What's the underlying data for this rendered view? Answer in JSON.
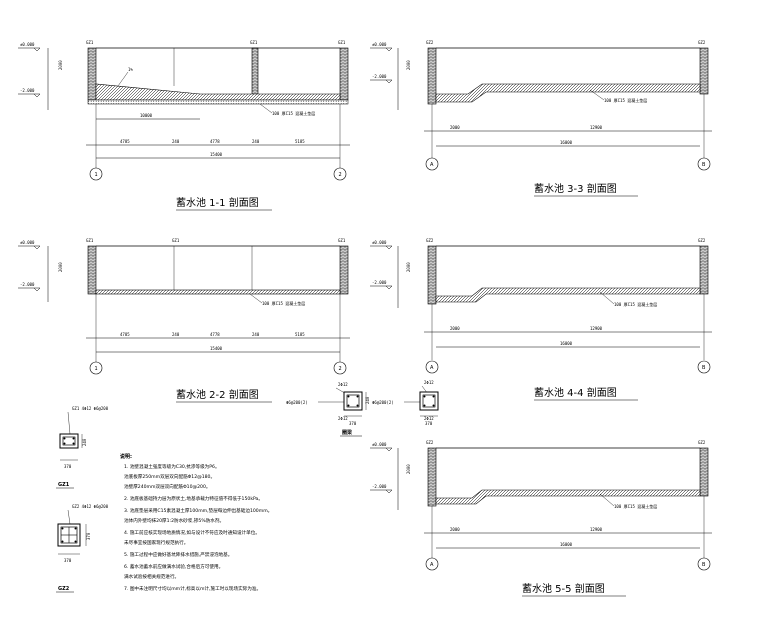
{
  "colors": {
    "line": "#000000",
    "background": "#ffffff"
  },
  "sections": [
    {
      "id": "s1",
      "title": "蓄水池 1-1  剖面图",
      "level_top": "±0.000",
      "level_bottom": "-2.000",
      "height_label": "2000",
      "slope_label": "1%",
      "span_label": "10000",
      "segment_dims": [
        "4785",
        "240",
        "4778",
        "240",
        "5185"
      ],
      "total_dim": "15400",
      "axis_left": "1",
      "axis_right": "2",
      "note_label": "100 厚C15 混凝土垫层",
      "col_labels": [
        "GZ1",
        "GZ1",
        "GZ1"
      ]
    },
    {
      "id": "s3",
      "title": "蓄水池 3-3  剖面图",
      "level_top": "±0.000",
      "level_bottom": "-2.000",
      "height_label": "2000",
      "span_dims": [
        "2000",
        "12900"
      ],
      "total_dim": "16000",
      "axis_left": "A",
      "axis_right": "B",
      "note_label": "100 厚C15 混凝土垫层",
      "col_labels": [
        "GZ2",
        "GZ2"
      ]
    },
    {
      "id": "s2",
      "title": "蓄水池 2-2  剖面图",
      "level_top": "±0.000",
      "level_bottom": "-2.000",
      "height_label": "2000",
      "segment_dims": [
        "4785",
        "240",
        "4778",
        "240",
        "5185"
      ],
      "total_dim": "15400",
      "axis_left": "1",
      "axis_right": "2",
      "note_label": "100 厚C15 混凝土垫层",
      "col_labels": [
        "GZ1",
        "GZ1",
        "GZ1"
      ]
    },
    {
      "id": "s4",
      "title": "蓄水池 4-4  剖面图",
      "level_top": "±0.000",
      "level_bottom": "-2.000",
      "height_label": "2000",
      "span_dims": [
        "2000",
        "12900"
      ],
      "total_dim": "16000",
      "axis_left": "A",
      "axis_right": "B",
      "note_label": "100 厚C15 混凝土垫层",
      "col_labels": [
        "GZ2",
        "GZ2"
      ]
    },
    {
      "id": "s5",
      "title": "蓄水池 5-5  剖面图",
      "level_top": "±0.000",
      "level_bottom": "-2.000",
      "height_label": "2000",
      "span_dims": [
        "2000",
        "12900"
      ],
      "total_dim": "16000",
      "axis_left": "A",
      "axis_right": "B",
      "note_label": "100 厚C15 混凝土垫层",
      "col_labels": [
        "GZ2",
        "GZ2"
      ]
    }
  ],
  "ring_beam": {
    "label": "圈梁",
    "top_bar": "2Φ12",
    "bottom_bar": "2Φ12",
    "stirrup": "Φ6@200(2)",
    "width": "370",
    "height": "240"
  },
  "ring_beam_2": {
    "top_bar": "2Φ12",
    "bottom_bar": "2Φ12",
    "stirrup": "Φ6@200(2)",
    "width": "370"
  },
  "columns": [
    {
      "name": "GZ1",
      "spec": "GZ1 4Φ12 Φ6@200",
      "width": "370",
      "height": "240"
    },
    {
      "name": "GZ2",
      "spec": "GZ2 4Φ12 Φ6@200",
      "width": "370",
      "height": "370"
    }
  ],
  "notes": {
    "heading": "说明:",
    "items": [
      "1. 池壁混凝土强度等级为C30,抗渗等级为P6。",
      "   池底板厚250mm双层双向配筋Φ12@180。",
      "   池壁厚240mm双层双向配筋Φ10@200。",
      "2. 池底板基础持力层为原状土,地基承载力特征值不得低于150kPa。",
      "3. 池底垫层采用C15素混凝土厚100mm,垫层每边伸出基础边100mm。",
      "   池体内外壁均抹20厚1:2防水砂浆,掺5%防水剂。",
      "4. 施工前应核实现场地质情况,如与设计不符应及时通知设计单位。",
      "   未尽事宜按国家现行规范执行。",
      "5. 施工过程中应做好基坑降排水措施,严禁浸泡地基。",
      "6. 蓄水池蓄水前应做满水试验,合格后方可使用。",
      "   满水试验按相关规范进行。",
      "7. 图中未注明尺寸均以mm计,标高以m计,施工时以现场实际为准。"
    ]
  }
}
